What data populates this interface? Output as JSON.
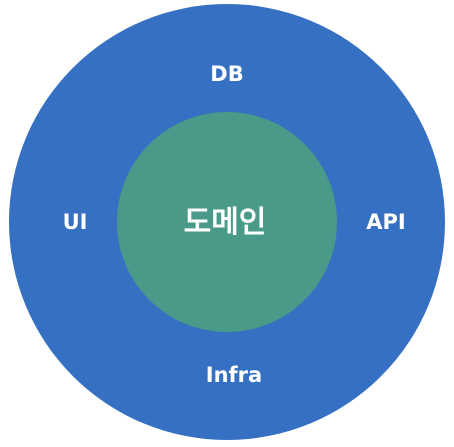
{
  "diagram": {
    "outer_ring": {
      "color": "#3670c3",
      "labels": {
        "top": "DB",
        "left": "UI",
        "right": "API",
        "bottom": "Infra"
      }
    },
    "inner_core": {
      "color": "#4a9a89",
      "label": "도메인"
    }
  }
}
